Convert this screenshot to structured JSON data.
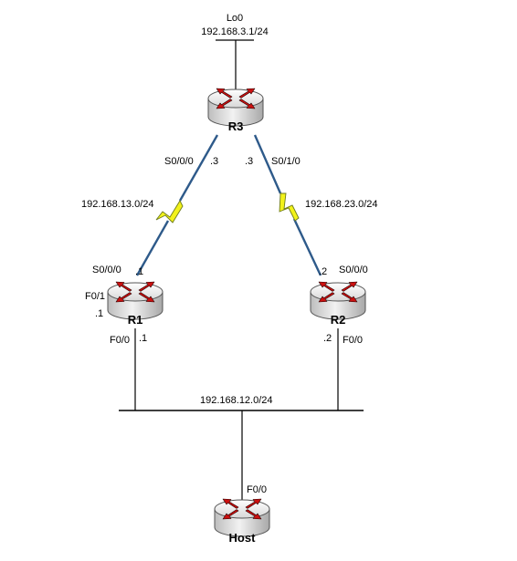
{
  "loopback": {
    "name": "Lo0",
    "network": "192.168.3.1/24"
  },
  "routers": {
    "r3": {
      "name": "R3"
    },
    "r1": {
      "name": "R1"
    },
    "r2": {
      "name": "R2"
    },
    "host": {
      "name": "Host"
    }
  },
  "links": {
    "r1_r3": {
      "network": "192.168.13.0/24",
      "r3_interface": "S0/0/0",
      "r3_host": ".3",
      "r1_interface": "S0/0/0",
      "r1_host": ".1"
    },
    "r2_r3": {
      "network": "192.168.23.0/24",
      "r3_interface": "S0/1/0",
      "r3_host": ".3",
      "r2_interface": "S0/0/0",
      "r2_host": ".2"
    },
    "lan": {
      "network": "192.168.12.0/24",
      "r1_interface": "F0/0",
      "r1_host": ".1",
      "r2_interface": "F0/0",
      "r2_host": ".2",
      "host_interface": "F0/0"
    },
    "r1_extra": {
      "interface": "F0/1",
      "host": ".1"
    }
  },
  "colors": {
    "serial_line": "#2e5a8a",
    "lightning_fill": "#f2f21a",
    "lightning_stroke": "#6d7a1c",
    "router_body": "#e6e6e6",
    "router_arrow": "#cc1010"
  },
  "icons": {
    "router": "router-icon",
    "serial": "serial-lightning-icon"
  }
}
